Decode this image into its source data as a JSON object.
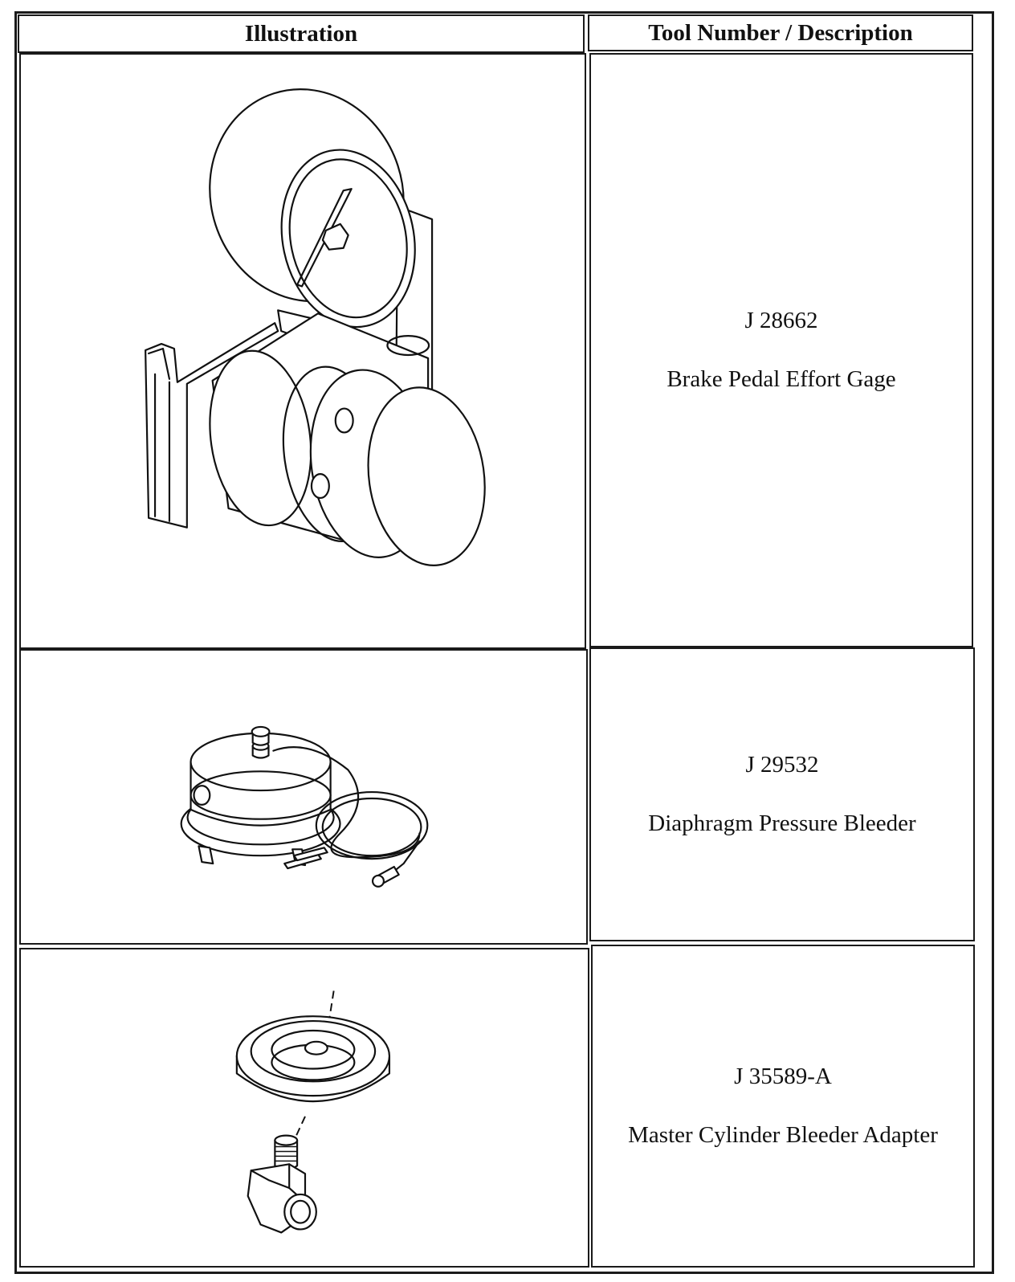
{
  "table": {
    "headers": {
      "illustration": "Illustration",
      "tool": "Tool Number / Description"
    },
    "rows": [
      {
        "tool_number": "J 28662",
        "description": "Brake Pedal Effort Gage",
        "illustration": "brake-pedal-effort-gage-drawing"
      },
      {
        "tool_number": "J 29532",
        "description": "Diaphragm Pressure Bleeder",
        "illustration": "diaphragm-pressure-bleeder-drawing"
      },
      {
        "tool_number": "J 35589-A",
        "description": "Master Cylinder Bleeder Adapter",
        "illustration": "master-cylinder-bleeder-adapter-drawing"
      }
    ]
  },
  "colors": {
    "line": "#1a1a1a",
    "background": "#ffffff"
  }
}
